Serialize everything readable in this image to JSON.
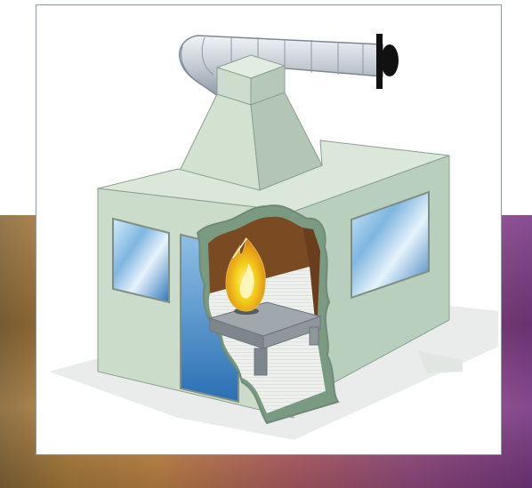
{
  "figure": {
    "subject": "booth",
    "parts": [
      "exhaust-duct",
      "exhaust-hood",
      "booth-enclosure",
      "side-window",
      "front-window",
      "door",
      "cutaway-interior",
      "burner-flame",
      "work-table"
    ],
    "colors": {
      "booth_wall": "#cbdccb",
      "booth_side": "#b9cfbd",
      "booth_roof": "#d9e6d6",
      "duct": "#c4ccd4",
      "window_glass": "#3f86c4",
      "interior_wall": "#7a4a22",
      "flame_core": "#f5d21a",
      "flame_outer": "#ffe9a0",
      "table": "#8d959c",
      "damper": "#111111"
    }
  }
}
